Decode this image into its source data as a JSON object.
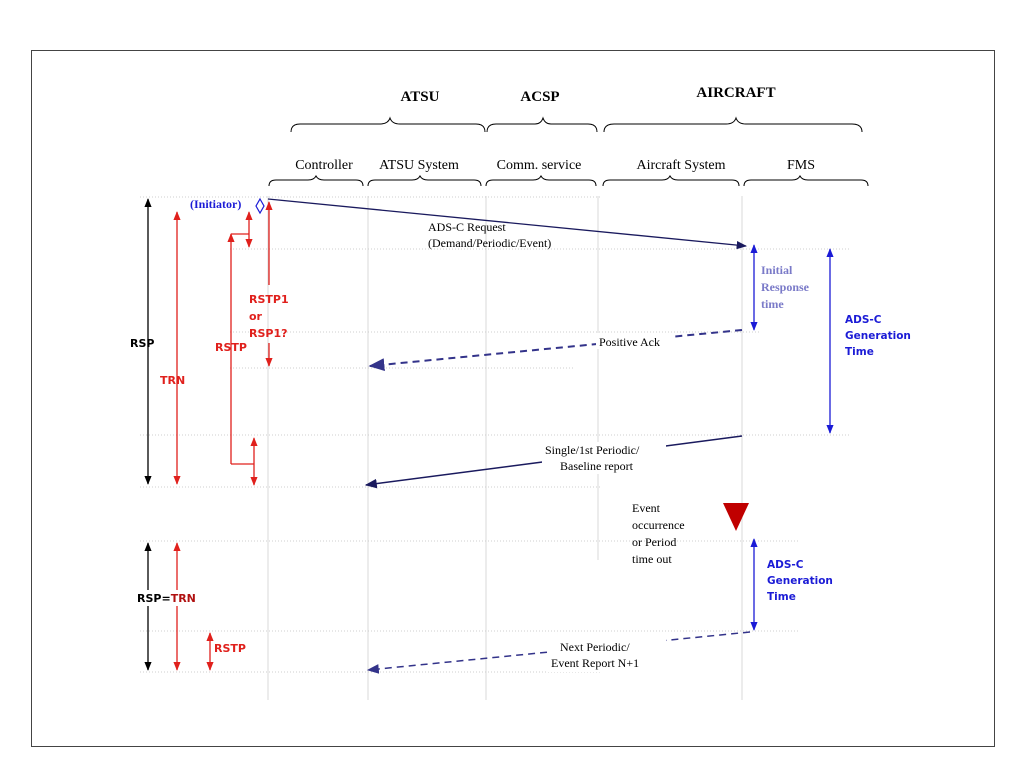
{
  "groups": [
    {
      "id": "atsu",
      "label": "ATSU"
    },
    {
      "id": "acsp",
      "label": "ACSP"
    },
    {
      "id": "aircraft",
      "label": "AIRCRAFT"
    }
  ],
  "lanes": [
    {
      "id": "controller",
      "label": "Controller"
    },
    {
      "id": "atsu_system",
      "label": "ATSU System"
    },
    {
      "id": "comm_service",
      "label": "Comm. service"
    },
    {
      "id": "aircraft_system",
      "label": "Aircraft System"
    },
    {
      "id": "fms",
      "label": "FMS"
    }
  ],
  "initiator": "(Initiator)",
  "messages": {
    "request": [
      "ADS-C  Request",
      "(Demand/Periodic/Event)"
    ],
    "positive_ack": "Positive Ack",
    "report": [
      "Single/1st Periodic/",
      "Baseline report"
    ],
    "event": [
      "Event",
      "occurrence",
      "or Period",
      "time out"
    ],
    "next_report": [
      "Next Periodic/",
      "Event Report N+1"
    ]
  },
  "measures": {
    "rsp": "RSP",
    "trn": "TRN",
    "rstp": "RSTP",
    "rstp1": [
      "RSTP1",
      "or",
      "RSP1?"
    ],
    "initial_response": [
      "Initial",
      "Response",
      "time"
    ],
    "adsc_gen": [
      "ADS-C",
      "Generation",
      "Time"
    ],
    "rsp2": "RSP",
    "eq": "=",
    "trn2": "TRN",
    "rstp2": "RSTP",
    "adsc_gen2": [
      "ADS-C",
      "Generation",
      "Time"
    ]
  },
  "colors": {
    "red": "#e0201c",
    "dark_red": "#b01010",
    "blue": "#1b1bd6",
    "navy": "#1a1a5e",
    "dashed_navy": "#33338a",
    "light_blue_text": "#7a7ac8",
    "gray_line": "#c8c8c8",
    "black": "#000000",
    "triangle": "#c00000"
  }
}
